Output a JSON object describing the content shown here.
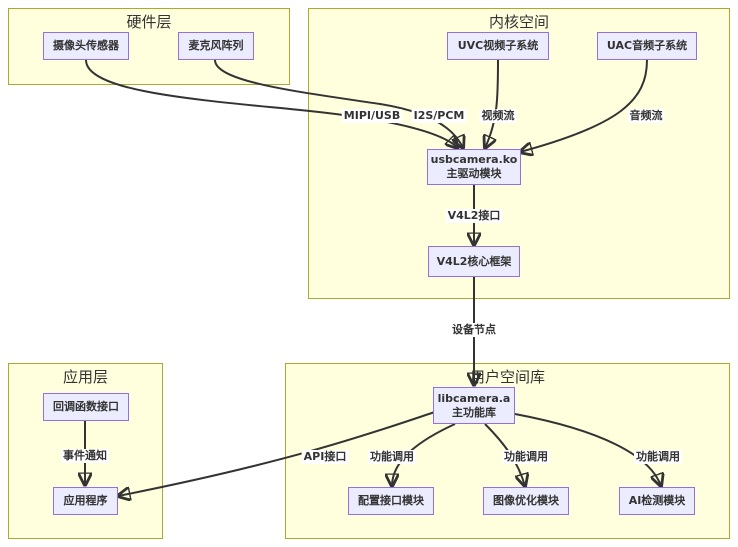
{
  "clusters": {
    "hardware": "硬件层",
    "kernel": "内核空间",
    "application": "应用层",
    "userlib": "用户空间库"
  },
  "nodes": {
    "camera_sensor": "摄像头传感器",
    "mic_array": "麦克风阵列",
    "uvc": "UVC视频子系统",
    "uac": "UAC音频子系统",
    "usbcamera_ko": "usbcamera.ko",
    "main_driver": "主驱动模块",
    "v4l2_core": "V4L2核心框架",
    "callback_iface": "回调函数接口",
    "app": "应用程序",
    "libcamera_a": "libcamera.a",
    "main_func_lib": "主功能库",
    "config_module": "配置接口模块",
    "image_opt_module": "图像优化模块",
    "ai_detect_module": "AI检测模块"
  },
  "edges": {
    "mipi_usb": "MIPI/USB",
    "i2s_pcm": "I2S/PCM",
    "video_stream": "视频流",
    "audio_stream": "音频流",
    "v4l2_iface": "V4L2接口",
    "device_node": "设备节点",
    "event_notify": "事件通知",
    "api_iface": "API接口",
    "func_call_1": "功能调用",
    "func_call_2": "功能调用",
    "func_call_3": "功能调用"
  }
}
